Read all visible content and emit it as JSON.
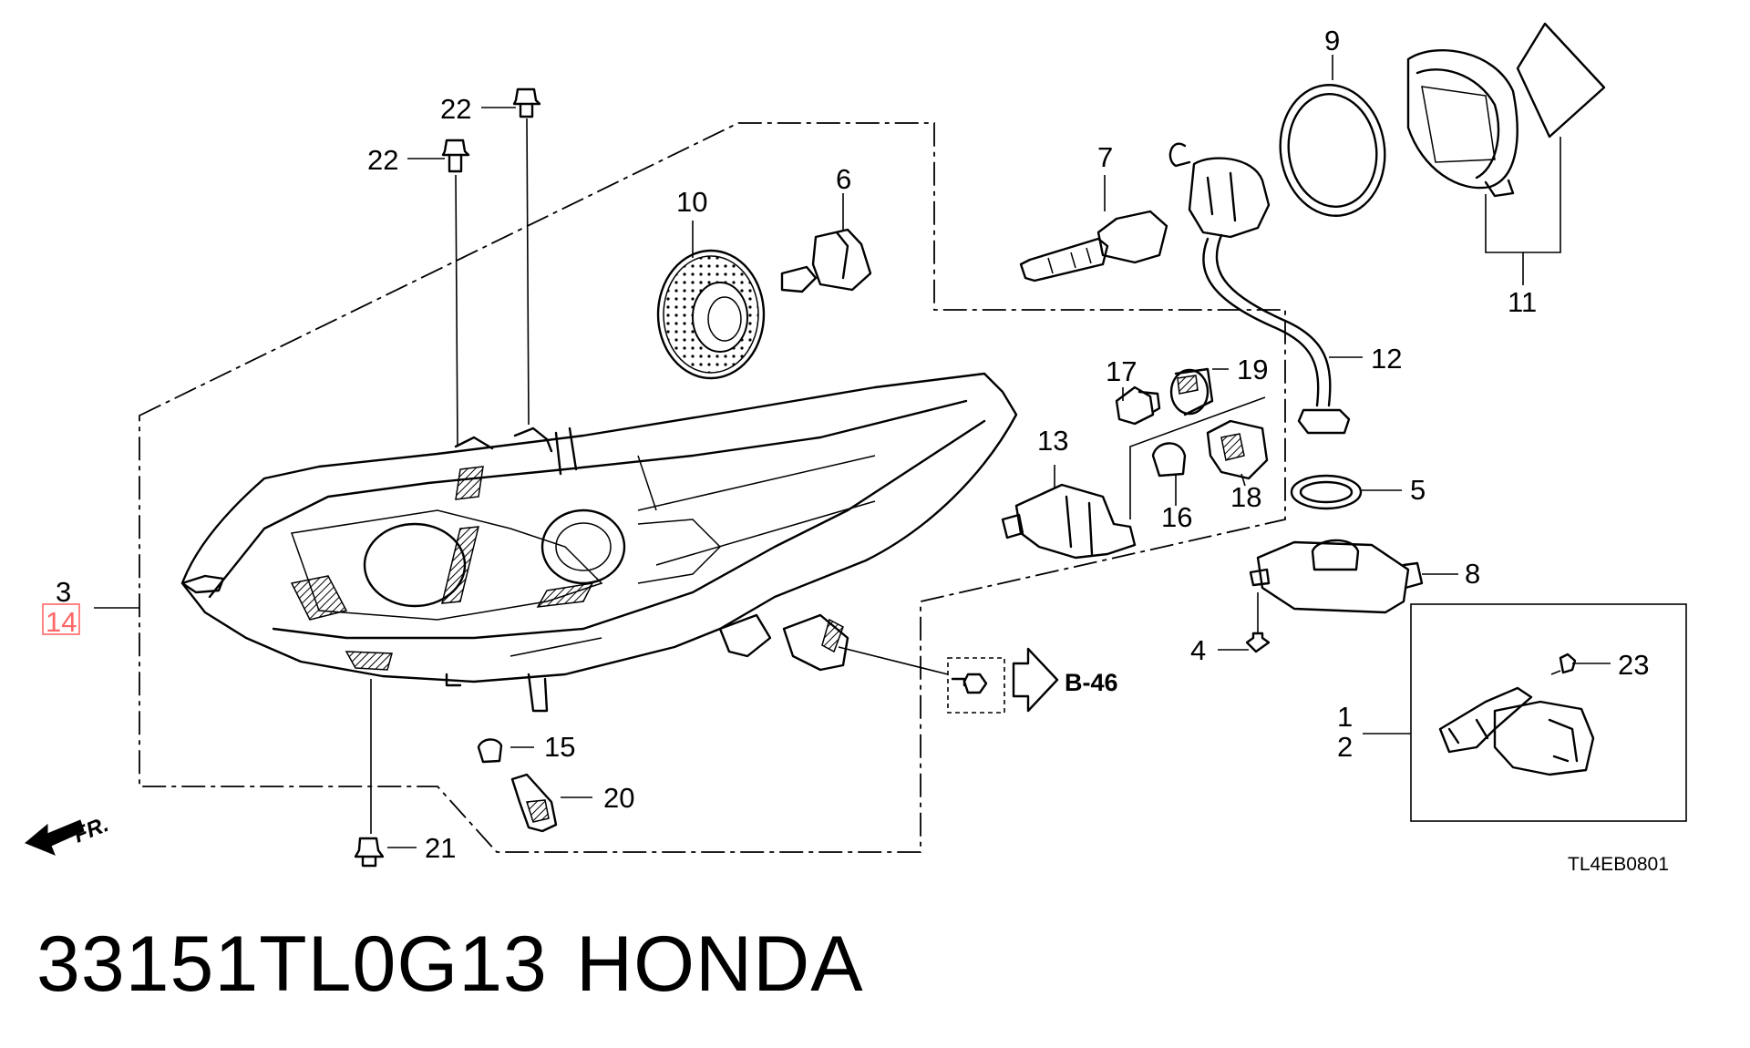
{
  "callouts": {
    "c1": "1",
    "c2": "2",
    "c3": "3",
    "c4": "4",
    "c5": "5",
    "c6": "6",
    "c7": "7",
    "c8": "8",
    "c9": "9",
    "c10": "10",
    "c11": "11",
    "c12": "12",
    "c13": "13",
    "c14": "14",
    "c15": "15",
    "c16": "16",
    "c17": "17",
    "c18": "18",
    "c19": "19",
    "c20": "20",
    "c21": "21",
    "c22a": "22",
    "c22b": "22",
    "c23": "23"
  },
  "reference": "B-46",
  "direction_label": "FR.",
  "diagram_code": "TL4EB0801",
  "footer": {
    "part_number": "33151TL0G13",
    "brand": "HONDA"
  },
  "highlight_color": "#ff6666"
}
